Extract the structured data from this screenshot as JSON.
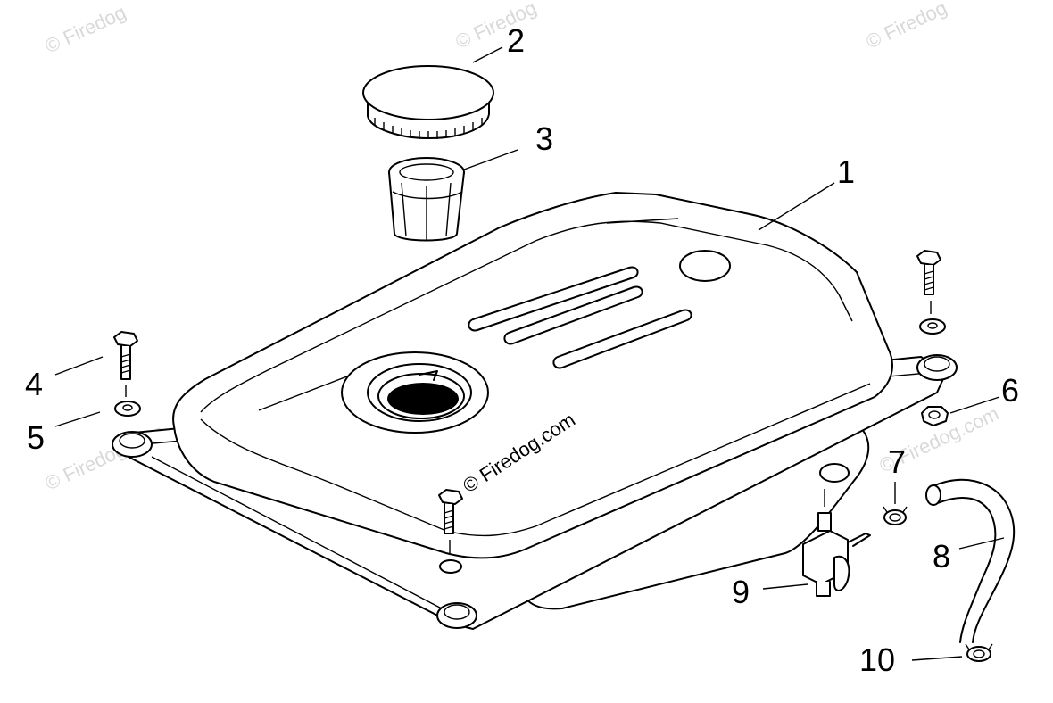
{
  "diagram": {
    "callouts": {
      "c1": "1",
      "c2": "2",
      "c3": "3",
      "c4": "4",
      "c5": "5",
      "c6": "6",
      "c7": "7",
      "c8": "8",
      "c9": "9",
      "c10": "10"
    },
    "watermark_main": "© Firedog.com",
    "watermark_faint": "© Firedog.com",
    "watermark_faint_short": "© Firedog"
  }
}
